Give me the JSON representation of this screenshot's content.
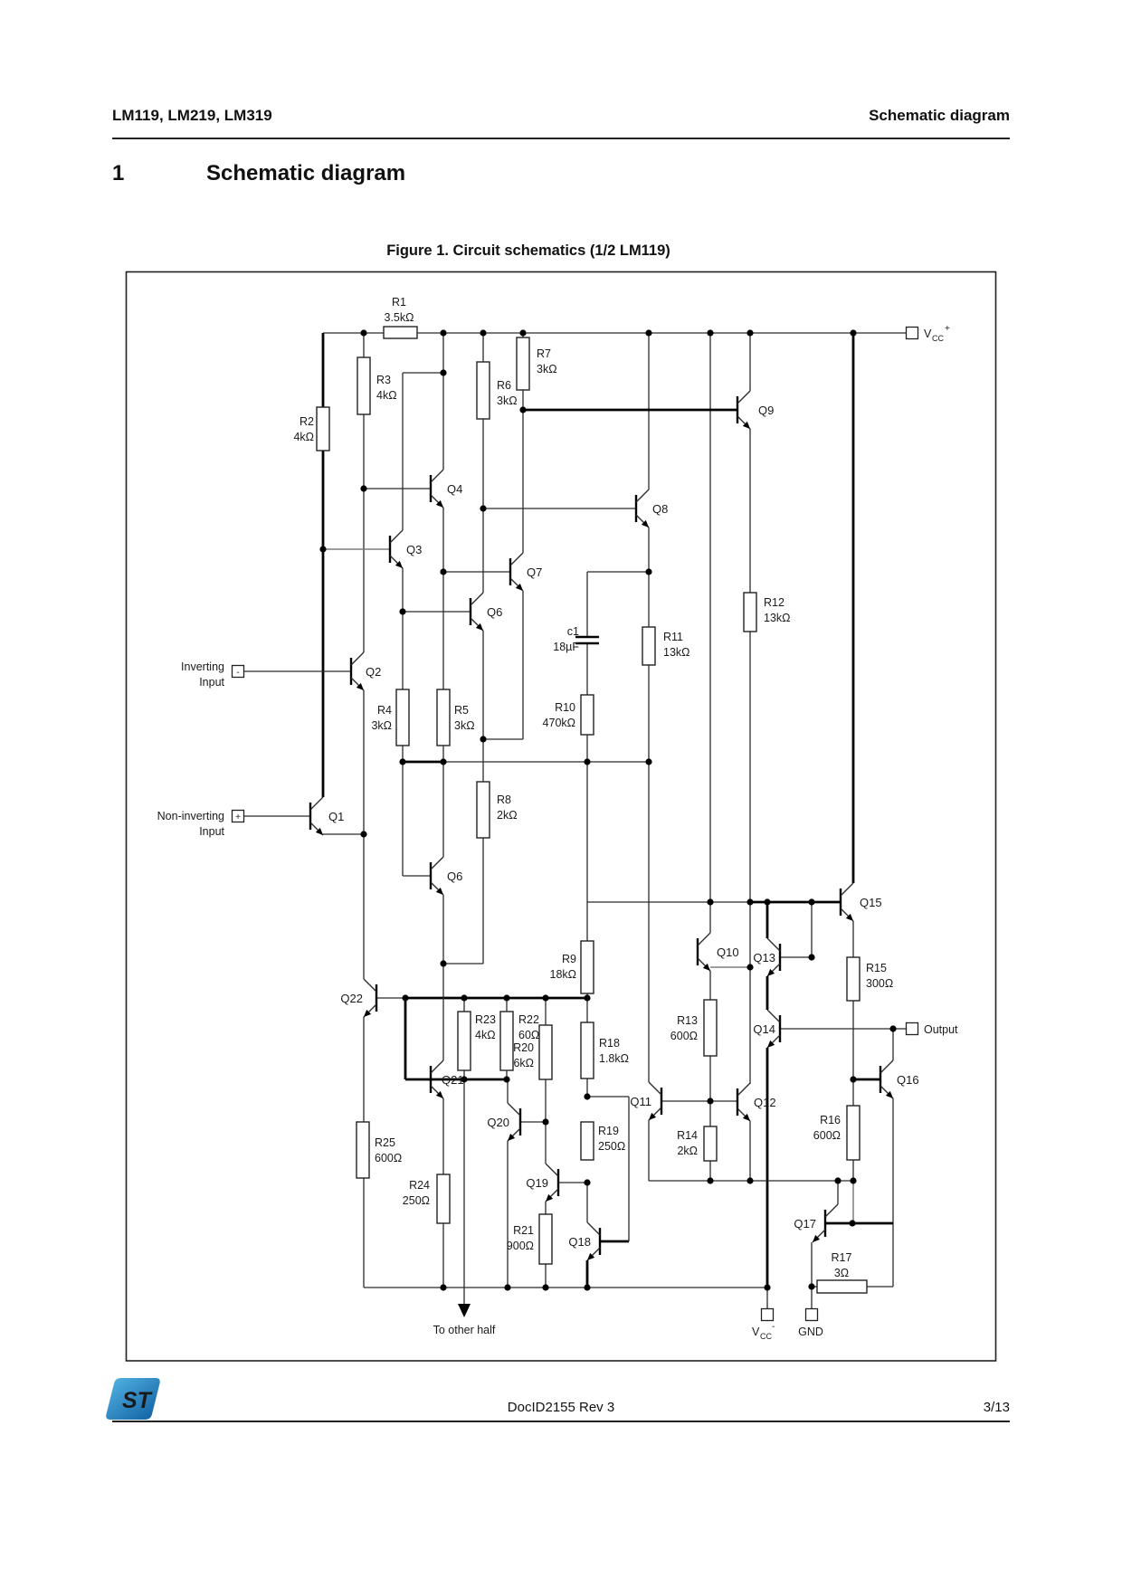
{
  "header": {
    "left": "LM119, LM219, LM319",
    "right": "Schematic diagram"
  },
  "section": {
    "number": "1",
    "title": "Schematic diagram"
  },
  "figure": {
    "caption": "Figure 1. Circuit schematics (1/2 LM119)"
  },
  "footer": {
    "doc_id": "DocID2155 Rev 3",
    "page": "3/13",
    "logo": "ST"
  },
  "schematic": {
    "transistors": {
      "q1": "Q1",
      "q2": "Q2",
      "q3": "Q3",
      "q4": "Q4",
      "q6u": "Q6",
      "q7": "Q7",
      "q8": "Q8",
      "q9": "Q9",
      "q6l": "Q6",
      "q10": "Q10",
      "q11": "Q11",
      "q12": "Q12",
      "q13": "Q13",
      "q14": "Q14",
      "q15": "Q15",
      "q16": "Q16",
      "q17": "Q17",
      "q18": "Q18",
      "q19": "Q19",
      "q20": "Q20",
      "q21": "Q21",
      "q22": "Q22"
    },
    "resistors": {
      "r1": {
        "name": "R1",
        "value": "3.5kΩ"
      },
      "r2": {
        "name": "R2",
        "value": "4kΩ"
      },
      "r3": {
        "name": "R3",
        "value": "4kΩ"
      },
      "r4": {
        "name": "R4",
        "value": "3kΩ"
      },
      "r5": {
        "name": "R5",
        "value": "3kΩ"
      },
      "r6": {
        "name": "R6",
        "value": "3kΩ"
      },
      "r7": {
        "name": "R7",
        "value": "3kΩ"
      },
      "r8": {
        "name": "R8",
        "value": "2kΩ"
      },
      "r9": {
        "name": "R9",
        "value": "18kΩ"
      },
      "r10": {
        "name": "R10",
        "value": "470kΩ"
      },
      "r11": {
        "name": "R11",
        "value": "13kΩ"
      },
      "r12": {
        "name": "R12",
        "value": "13kΩ"
      },
      "r13": {
        "name": "R13",
        "value": "600Ω"
      },
      "r14": {
        "name": "R14",
        "value": "2kΩ"
      },
      "r15": {
        "name": "R15",
        "value": "300Ω"
      },
      "r16": {
        "name": "R16",
        "value": "600Ω"
      },
      "r17": {
        "name": "R17",
        "value": "3Ω"
      },
      "r18": {
        "name": "R18",
        "value": "1.8kΩ"
      },
      "r19": {
        "name": "R19",
        "value": "250Ω"
      },
      "r20": {
        "name": "R20",
        "value": "3.6kΩ"
      },
      "r21": {
        "name": "R21",
        "value": "900Ω"
      },
      "r22": {
        "name": "R22",
        "value": "60Ω"
      },
      "r23": {
        "name": "R23",
        "value": "4kΩ"
      },
      "r24": {
        "name": "R24",
        "value": "250Ω"
      },
      "r25": {
        "name": "R25",
        "value": "600Ω"
      }
    },
    "capacitors": {
      "c1": {
        "name": "c1",
        "value": "18µF"
      }
    },
    "terminals": {
      "inverting": {
        "line1": "Inverting",
        "line2": "Input",
        "symbol": "-"
      },
      "non_inverting": {
        "line1": "Non-inverting",
        "line2": "Input",
        "symbol": "+"
      },
      "vcc_plus": {
        "base": "V",
        "sub": "CC",
        "sup": "+"
      },
      "vcc_minus": {
        "base": "V",
        "sub": "CC",
        "sup": "-"
      },
      "gnd": "GND",
      "output": "Output",
      "to_other_half": "To other half"
    }
  }
}
